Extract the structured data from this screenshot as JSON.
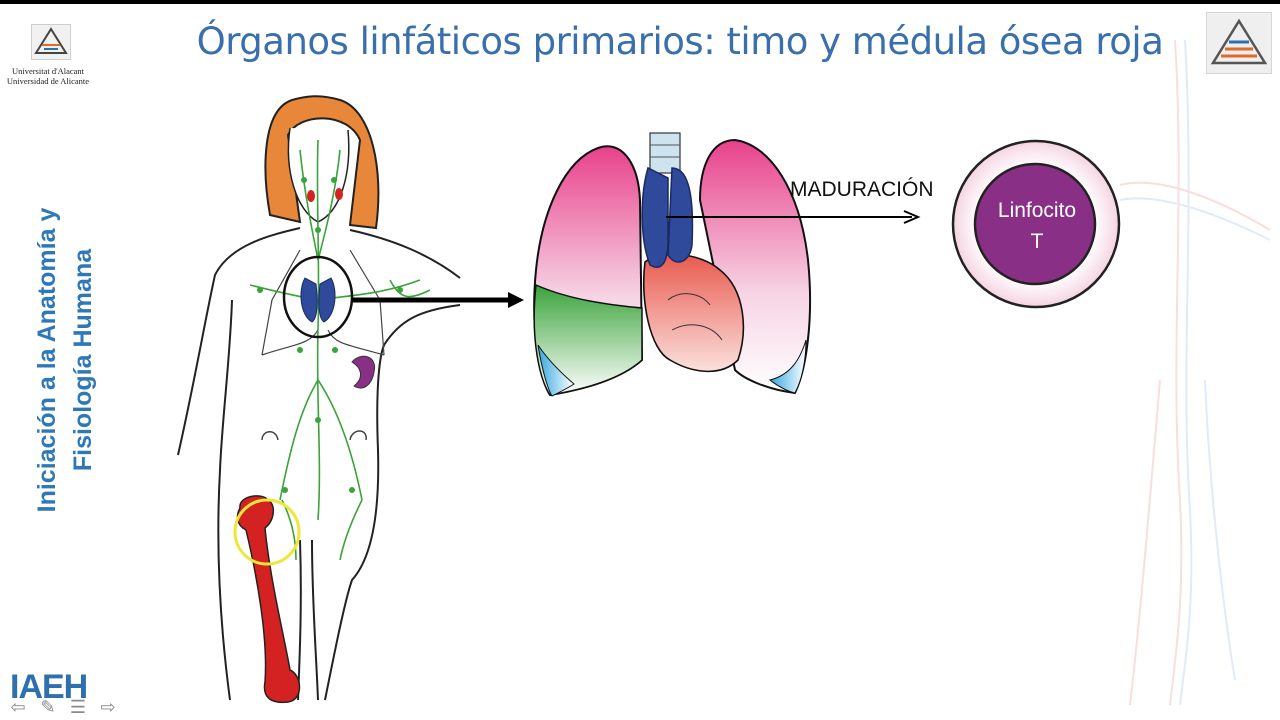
{
  "header": {
    "title": "Órganos linfáticos primarios: timo y médula ósea roja"
  },
  "logo": {
    "line1": "Universitat d'Alacant",
    "line2": "Universidad de Alicante"
  },
  "sidebar": {
    "line1": "Iniciación  a la Anatomía y",
    "line2": "Fisiología Humana"
  },
  "diagram": {
    "maduracion_label": "MADURACIÓN",
    "cell_label_line1": "Linfocito",
    "cell_label_line2": "T"
  },
  "footer": {
    "brand": "IAEH",
    "nav_icons": [
      "arrow-left-icon",
      "pencil-icon",
      "menu-icon",
      "arrow-right-icon"
    ]
  },
  "colors": {
    "title": "#3a6fae",
    "sidebar_text": "#2f78b8",
    "thymus": "#2f4a9a",
    "bone_marrow": "#d42222",
    "lymph": "#3aa33a",
    "cell_fill": "#8a2f86",
    "cell_ring": "#f7dde8",
    "highlight_circle": "#f0e63a"
  }
}
